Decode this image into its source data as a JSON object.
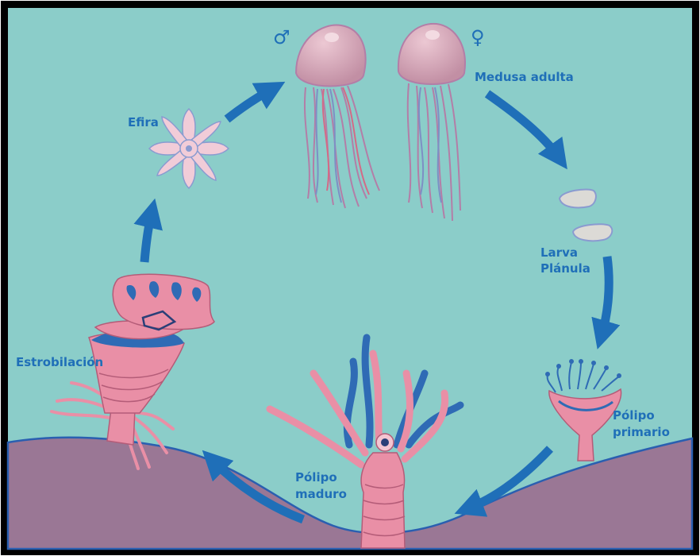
{
  "labels": {
    "medusa": "Medusa adulta",
    "larva_1": "Larva",
    "larva_2": "Plánula",
    "polipo_primario_1": "Pólipo",
    "polipo_primario_2": "primario",
    "polipo_maduro_1": "Pólipo",
    "polipo_maduro_2": "maduro",
    "estrobilacion": "Estrobilación",
    "efira": "Efira"
  },
  "symbols": {
    "male": "♂",
    "female": "♀"
  },
  "colors": {
    "water": "#8bcdc9",
    "seabed": "#9a7795",
    "arrow": "#1f6fb8",
    "polyp": "#e98fa6",
    "medusa": "#d7a7b6",
    "frame": "#000000"
  }
}
